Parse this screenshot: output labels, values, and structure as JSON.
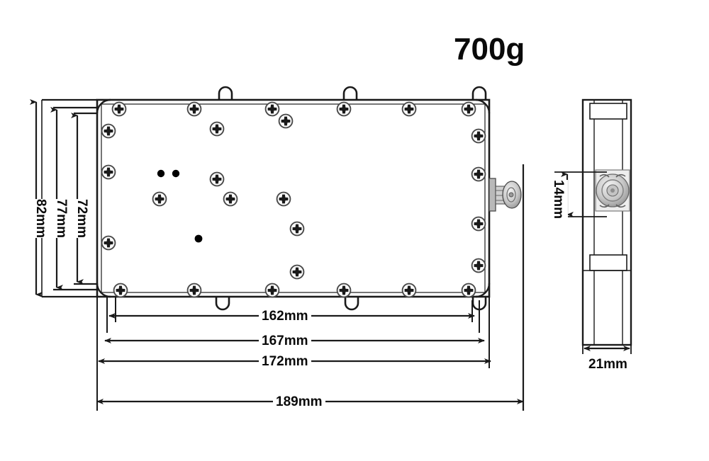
{
  "drawing": {
    "title_weight": "700g",
    "view_top": {
      "name": "top-view",
      "horizontal_dimensions": [
        {
          "id": "dim-162",
          "label": "162mm",
          "value": 162,
          "unit": "mm"
        },
        {
          "id": "dim-167",
          "label": "167mm",
          "value": 167,
          "unit": "mm"
        },
        {
          "id": "dim-172",
          "label": "172mm",
          "value": 172,
          "unit": "mm"
        },
        {
          "id": "dim-189",
          "label": "189mm",
          "value": 189,
          "unit": "mm"
        }
      ],
      "vertical_dimensions": [
        {
          "id": "dim-82",
          "label": "82mm",
          "value": 82,
          "unit": "mm"
        },
        {
          "id": "dim-77",
          "label": "77mm",
          "value": 77,
          "unit": "mm"
        },
        {
          "id": "dim-72",
          "label": "72mm",
          "value": 72,
          "unit": "mm"
        }
      ]
    },
    "view_side": {
      "name": "side-view",
      "vertical_dimensions": [
        {
          "id": "dim-14",
          "label": "14mm",
          "value": 14,
          "unit": "mm"
        }
      ],
      "horizontal_dimensions": [
        {
          "id": "dim-21",
          "label": "21mm",
          "value": 21,
          "unit": "mm"
        }
      ]
    },
    "colors": {
      "line": "#1a1a1a",
      "background": "#ffffff",
      "screw_ring": "#4a4a4a",
      "screw_cross": "#1a1a1a",
      "led_dot": "#000000",
      "connector_fill": "#d8d8d8"
    },
    "features": {
      "screw_count_note": "phillips-head screws around enclosure perimeter and interior",
      "notch_count_note": "rounded notch cutouts on top and bottom edges",
      "led_dots": 3,
      "connector": "rf-coaxial-connector"
    }
  }
}
